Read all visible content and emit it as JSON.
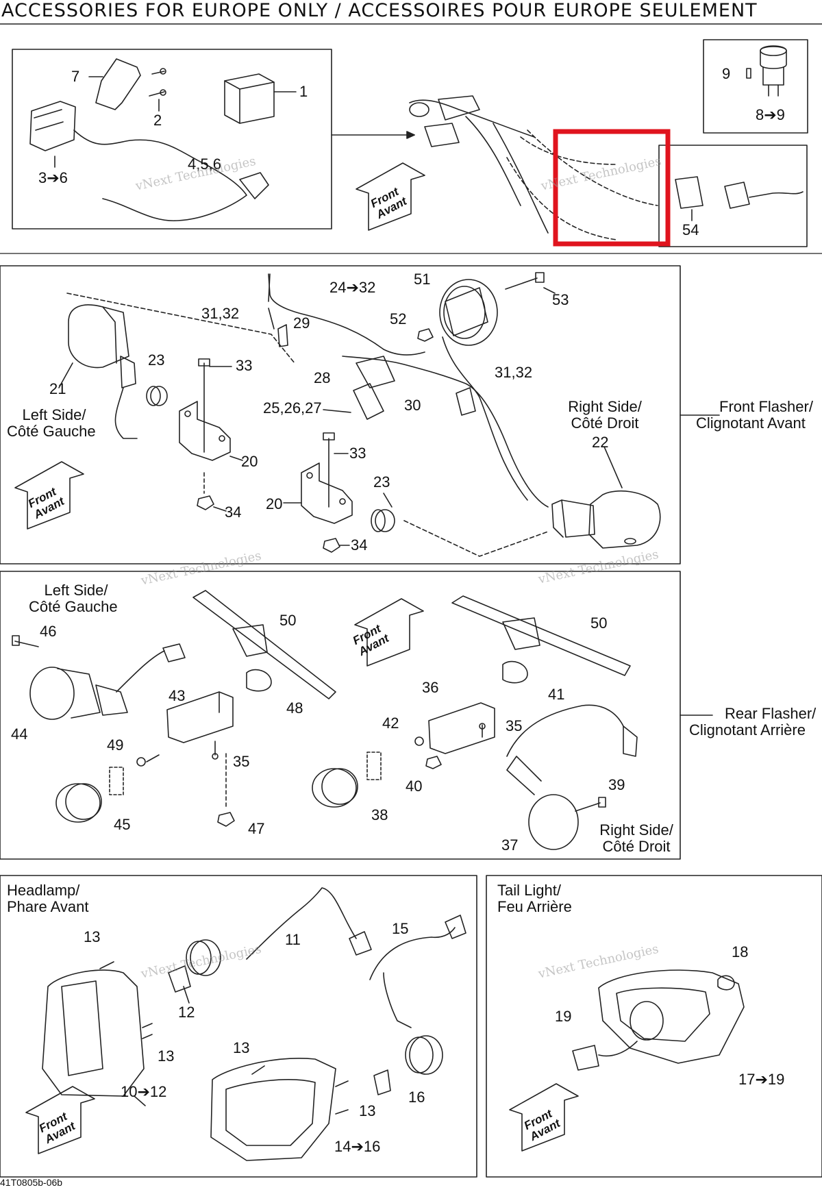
{
  "header": {
    "title": "ACCESSORIES FOR EUROPE ONLY / ACCESSOIRES POUR EUROPE SEULEMENT"
  },
  "footer": {
    "drawing_code": "41T0805b-06b"
  },
  "watermark": {
    "line1": "vNext Technologies",
    "line2": "vNext Technologies"
  },
  "front_arrow": {
    "line1": "Front",
    "line2": "Avant"
  },
  "sections": {
    "front_flasher": {
      "title_en": "Front Flasher/",
      "title_fr": "Clignotant Avant"
    },
    "rear_flasher": {
      "title_en": "Rear Flasher/",
      "title_fr": "Clignotant Arrière"
    },
    "headlamp": {
      "title_en": "Headlamp/",
      "title_fr": "Phare Avant"
    },
    "tail_light": {
      "title_en": "Tail Light/",
      "title_fr": "Feu Arrière"
    }
  },
  "side_labels": {
    "left_en": "Left Side/",
    "left_fr": "Côté Gauche",
    "right_en": "Right Side/",
    "right_fr": "Côté Droit"
  },
  "highlight": {
    "color": "#e0141e"
  },
  "parts": {
    "p1": "1",
    "p2": "2",
    "p3_6": "3➔6",
    "p4_5_6": "4,5,6",
    "p7": "7",
    "p9": "9",
    "p8_9": "8➔9",
    "p54": "54",
    "p24_32": "24➔32",
    "p51": "51",
    "p53": "53",
    "p31_32a": "31,32",
    "p29": "29",
    "p52": "52",
    "p23a": "23",
    "p33a": "33",
    "p21": "21",
    "p28": "28",
    "p31_32b": "31,32",
    "p25_26_27": "25,26,27",
    "p30": "30",
    "p22": "22",
    "p20a": "20",
    "p33b": "33",
    "p23b": "23",
    "p34a": "34",
    "p20b": "20",
    "p34b": "34",
    "p46": "46",
    "p50a": "50",
    "p50b": "50",
    "p43": "43",
    "p48": "48",
    "p36": "36",
    "p41": "41",
    "p44": "44",
    "p42": "42",
    "p35a": "35",
    "p49": "49",
    "p35b": "35",
    "p40": "40",
    "p39": "39",
    "p45": "45",
    "p47": "47",
    "p38": "38",
    "p37": "37",
    "p13a": "13",
    "p11": "11",
    "p15": "15",
    "p18": "18",
    "p12": "12",
    "p19": "19",
    "p13b": "13",
    "p13c": "13",
    "p13d": "13",
    "p10_12": "10➔12",
    "p16": "16",
    "p17_19": "17➔19",
    "p14_16": "14➔16"
  }
}
